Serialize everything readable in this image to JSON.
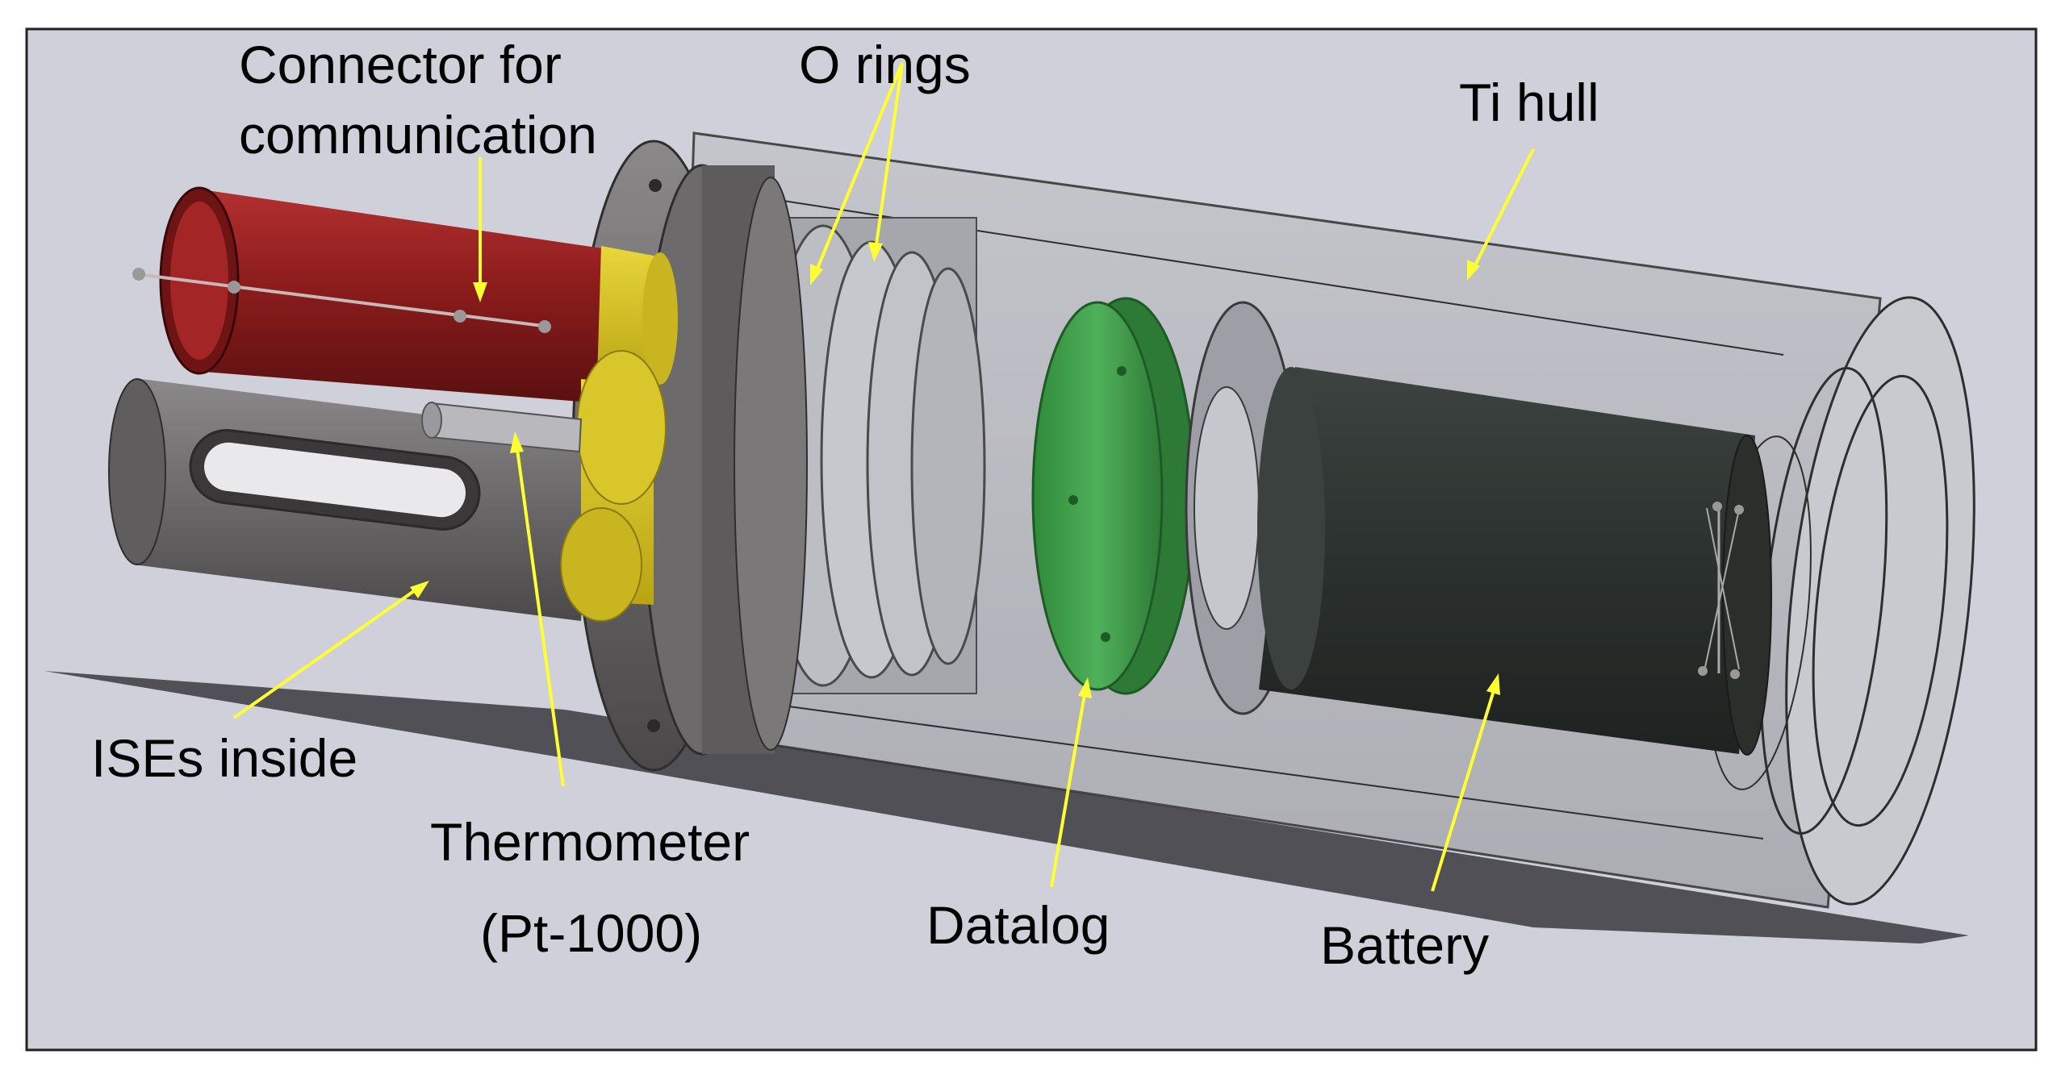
{
  "labels": {
    "connector_line1": "Connector for",
    "connector_line2": "communication",
    "o_rings": "O rings",
    "ti_hull": "Ti hull",
    "ises_inside": "ISEs inside",
    "thermometer_line1": "Thermometer",
    "thermometer_line2": "(Pt-1000)",
    "datalog": "Datalog",
    "battery": "Battery"
  },
  "colors": {
    "background": "#cfd0d9",
    "frame": "#222222",
    "arrow": "#ffff33",
    "connector_red": "#8c1c1c",
    "yellow_part": "#d6c21e",
    "datalog_green": "#3f9a47",
    "battery_dark": "#2d332f",
    "hull_gray": "#b9b9bf",
    "metal_dark": "#5d5b5b"
  }
}
